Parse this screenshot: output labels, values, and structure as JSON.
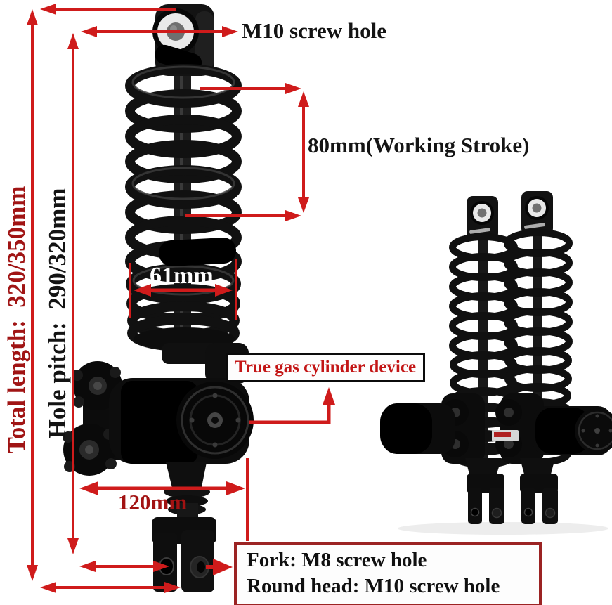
{
  "annotations": {
    "m10_label": "M10 screw hole",
    "working_stroke_label": "80mm(Working Stroke)",
    "spring_diameter_label": "61mm",
    "gas_cylinder_label": "True gas cylinder device",
    "bottom_width_label": "120mm",
    "total_length_label": "Total length:  320/350mm",
    "hole_pitch_label": "Hole pitch:  290/320mm",
    "bottom_box_line1": "Fork: M8 screw hole",
    "bottom_box_line2": "Round head: M10 screw hole"
  },
  "colors": {
    "background": "#ffffff",
    "arrow_red": "#cf1b1b",
    "total_length_text_red": "#a01414",
    "bottom_width_text_red": "#a21212",
    "gas_label_red": "#c31616",
    "bottom_box_border_red": "#9b2323",
    "text_black": "#141414",
    "spring_diameter_text_white": "#ffffff",
    "product_black": "#0d0d0d"
  }
}
